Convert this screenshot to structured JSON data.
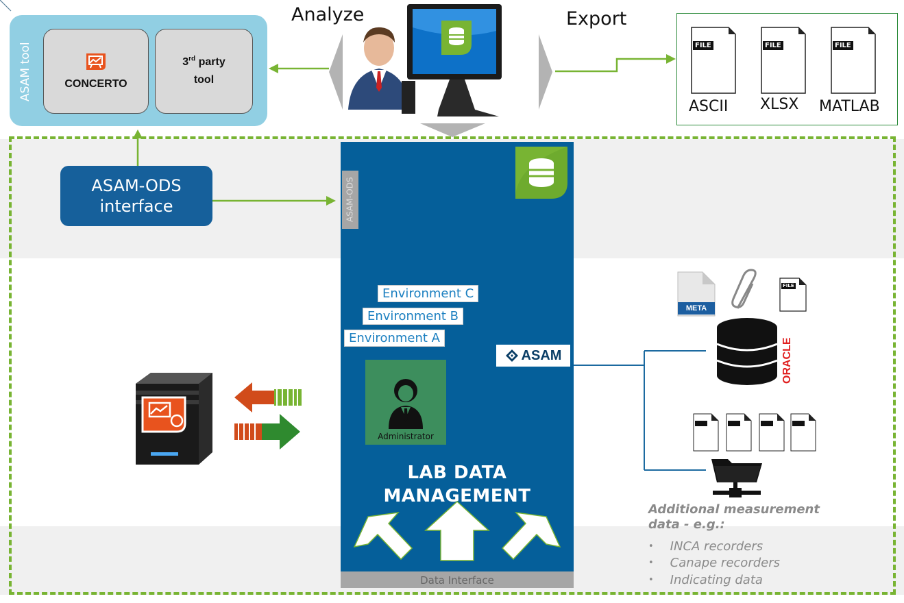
{
  "top": {
    "analyze_label": "Analyze",
    "export_label": "Export"
  },
  "asam_tool": {
    "label": "ASAM tool",
    "concerto_label": "CONCERTO",
    "third_party_sup": "rd",
    "third_party_num": "3",
    "third_party_line1": " party",
    "third_party_line2": "tool"
  },
  "export": {
    "files": [
      {
        "badge": "FILE",
        "label": "ASCII"
      },
      {
        "badge": "FILE",
        "label": "XLSX"
      },
      {
        "badge": "FILE",
        "label": "MATLAB"
      }
    ]
  },
  "ods_interface": {
    "line1": "ASAM-ODS",
    "line2": "interface"
  },
  "lab": {
    "asam_ods_tag": "ASAM-ODS",
    "environments": [
      "Environment C",
      "Environment B",
      "Environment A"
    ],
    "admin_label": "Administrator",
    "asam_logo_text": "ASAM",
    "title_line1": "LAB DATA",
    "title_line2": "MANAGEMENT",
    "data_interface": "Data Interface"
  },
  "right": {
    "meta_label": "META",
    "file_badge": "FILE",
    "oracle_label": "ORACLE",
    "additional_title_line1": "Additional measurement",
    "additional_title_line2": "data  - e.g.:",
    "additional_items": [
      "INCA recorders",
      "Canape recorders",
      "Indicating data"
    ]
  },
  "colors": {
    "lab_blue": "#055f9a",
    "ods_blue": "#16609b",
    "asam_tool_bg": "#91cfe3",
    "green_accent": "#78b433",
    "admin_green": "#3d8e5d",
    "concerto_orange": "#e8531e"
  },
  "icons": [
    "database-icon",
    "concerto-icon",
    "file-icon",
    "paperclip-icon",
    "meta-file-icon",
    "oracle-database-icon",
    "network-folder-icon",
    "server-icon",
    "administrator-icon",
    "asam-logo-icon",
    "arrow-up-icon",
    "user-at-computer-icon"
  ]
}
